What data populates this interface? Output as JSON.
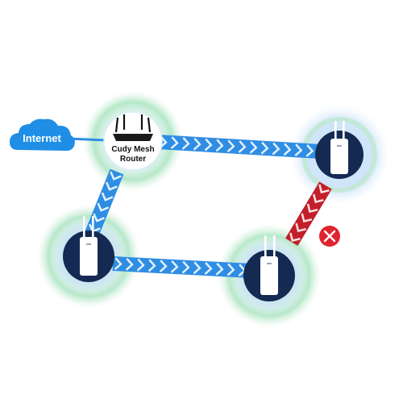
{
  "internet": {
    "label": "Internet"
  },
  "router": {
    "label_line1": "Cudy Mesh",
    "label_line2": "Router"
  },
  "colors": {
    "link_good": "#2f8de4",
    "link_bad": "#c21f2a",
    "halo_green": "#bfeccd",
    "halo_blue": "#cfe4fb",
    "ap_disc": "#152a52",
    "cloud": "#1f8ee6",
    "error_badge": "#e0242f"
  },
  "links": [
    {
      "from": "router",
      "to": "ap-top-right",
      "status": "ok"
    },
    {
      "from": "router",
      "to": "ap-left",
      "status": "ok"
    },
    {
      "from": "ap-left",
      "to": "ap-bottom-right",
      "status": "ok"
    },
    {
      "from": "ap-top-right",
      "to": "ap-bottom-right",
      "status": "failed"
    }
  ],
  "icons": {
    "error": "close-icon",
    "cloud": "cloud-icon",
    "router": "router-icon",
    "access_point": "access-point-icon"
  }
}
